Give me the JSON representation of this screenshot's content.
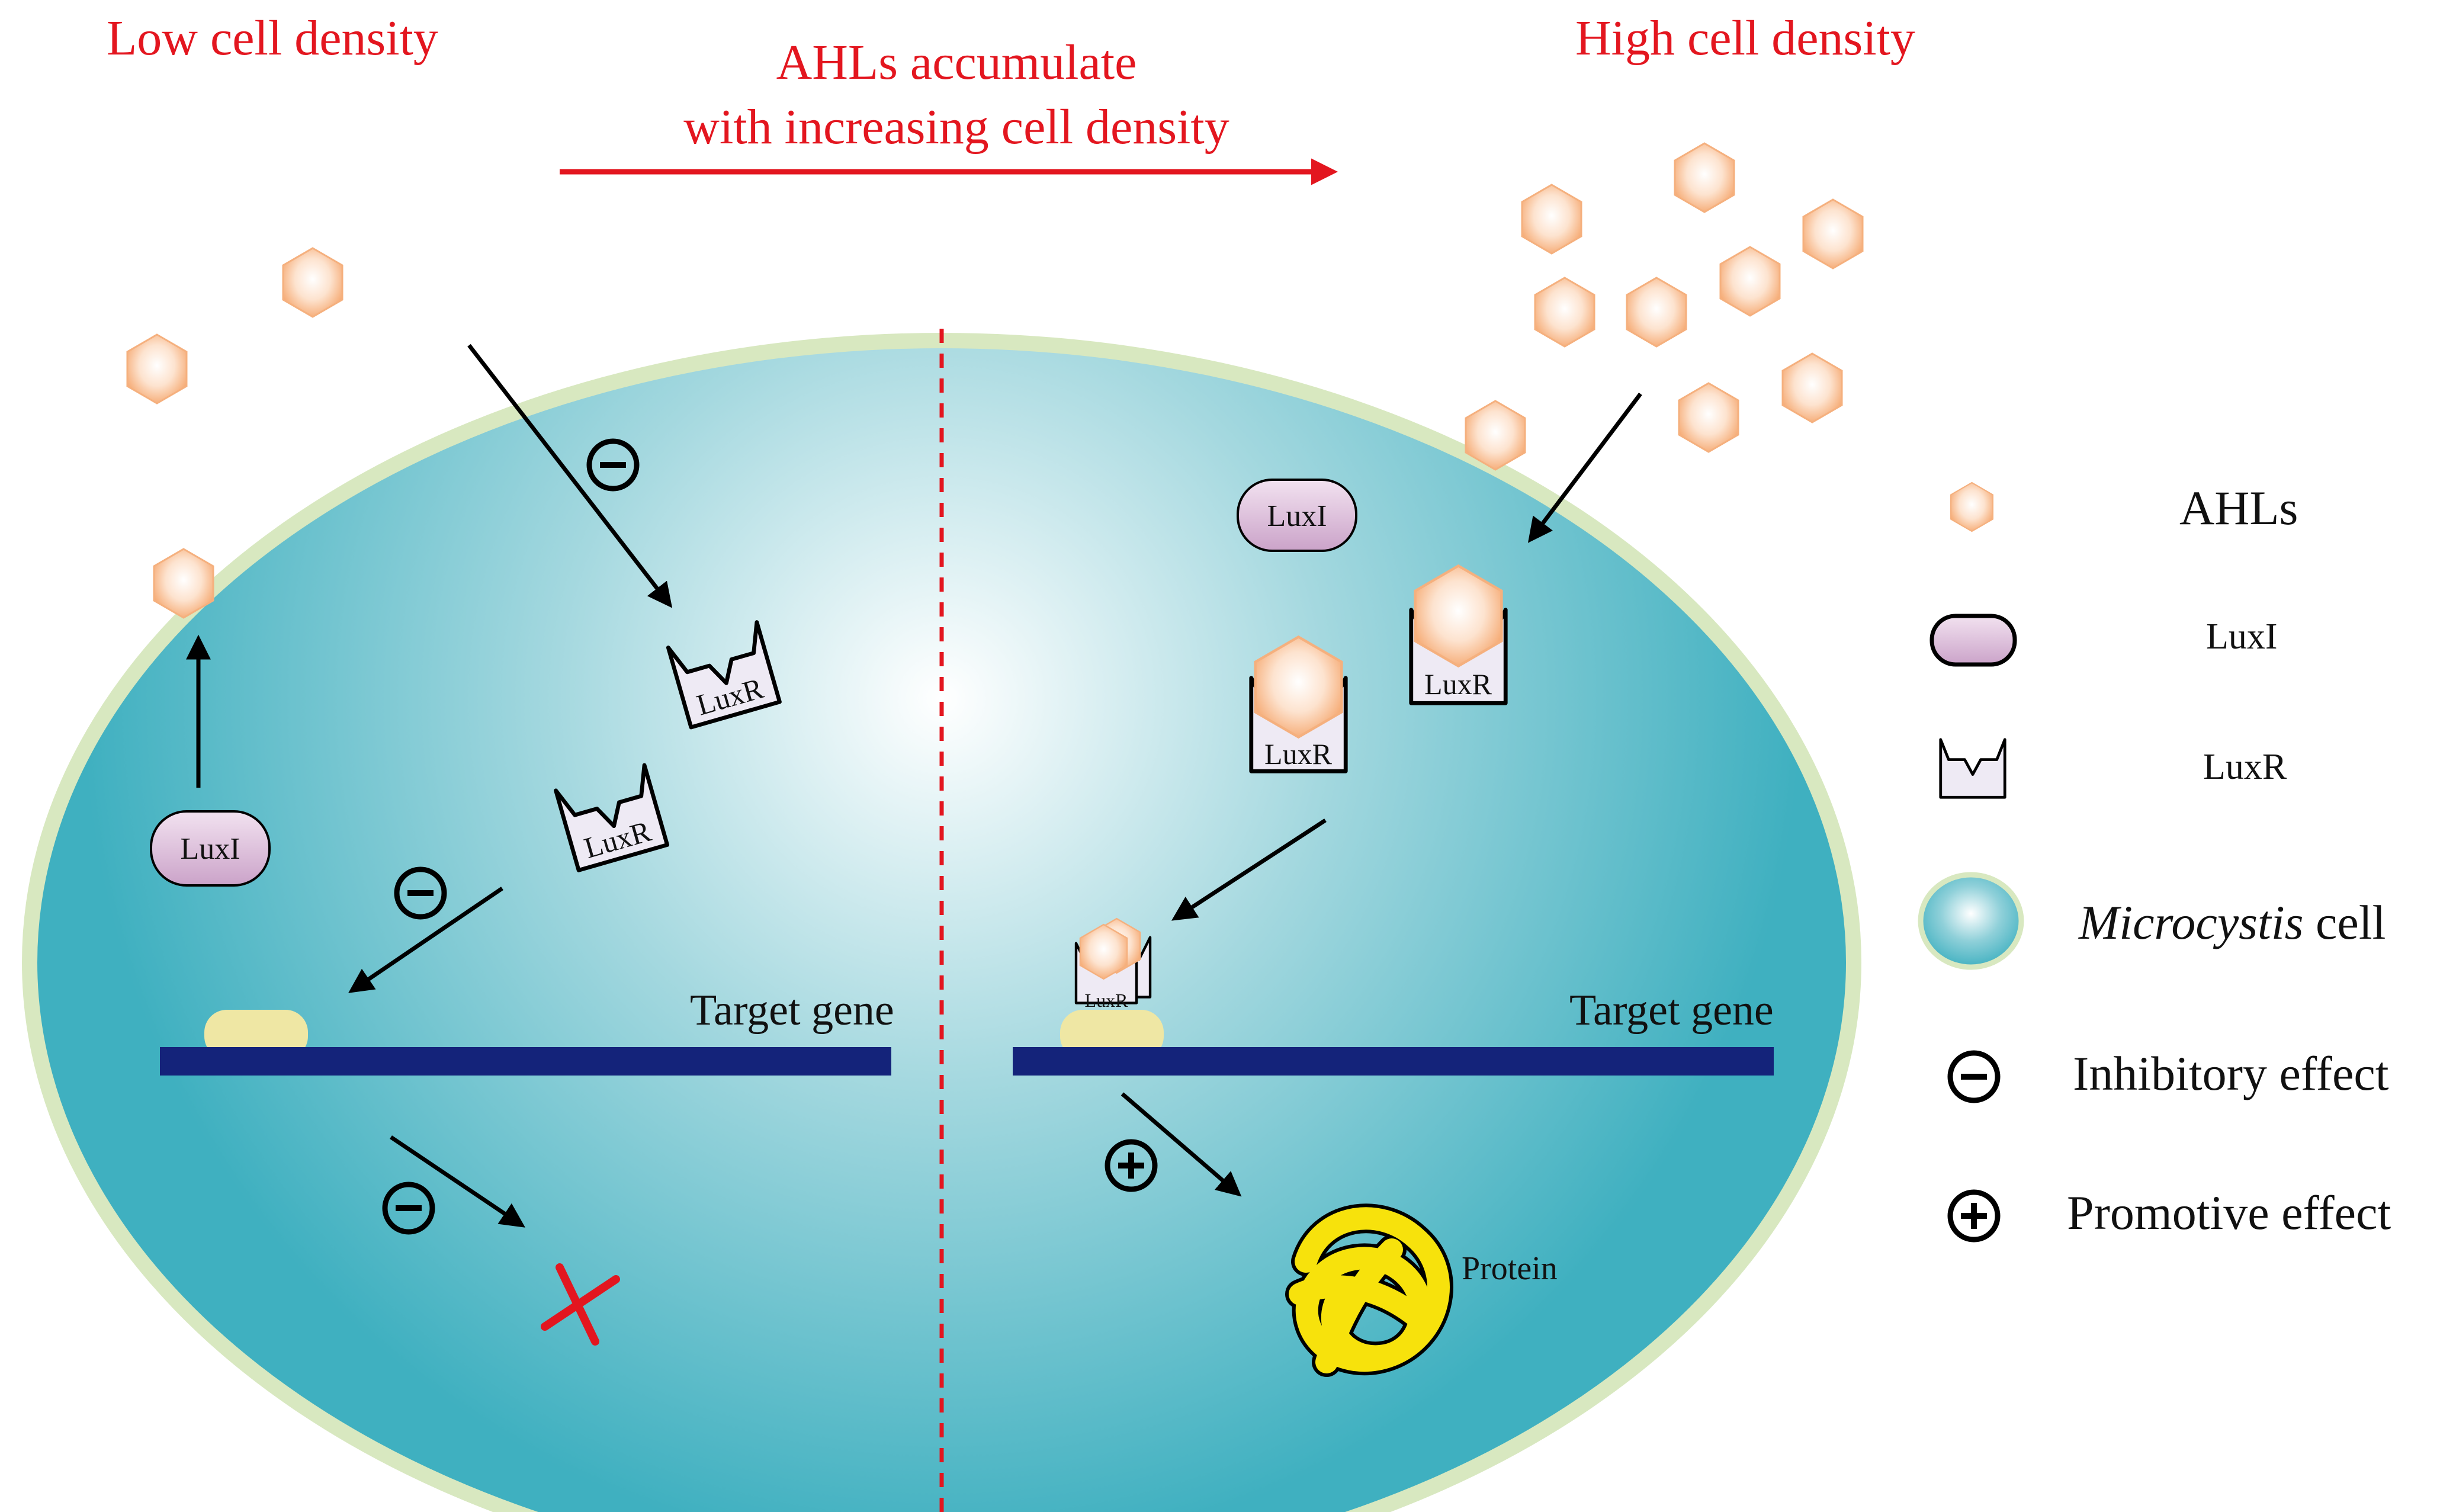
{
  "titles": {
    "low_density": "Low cell density",
    "accumulate_line1": "AHLs accumulate",
    "accumulate_line2": "with increasing cell density",
    "high_density": "High cell density"
  },
  "cell": {
    "left_gene_label": "Target gene",
    "right_gene_label": "Target gene",
    "luxr_label": "LuxR",
    "luxi_label": "LuxI",
    "protein_label": "Protein"
  },
  "legend": {
    "ahls": "AHLs",
    "luxi": "LuxI",
    "luxr": "LuxR",
    "cell_italic": "Microcystis",
    "cell_rest": " cell",
    "inhibitory": "Inhibitory effect",
    "promotive": "Promotive effect"
  },
  "colors": {
    "title_red": "#e3161f",
    "gene_bar": "#14237a",
    "promoter": "#efe7a4",
    "cell_rim": "#d8e8c0",
    "protein_yellow": "#f7e20c"
  }
}
